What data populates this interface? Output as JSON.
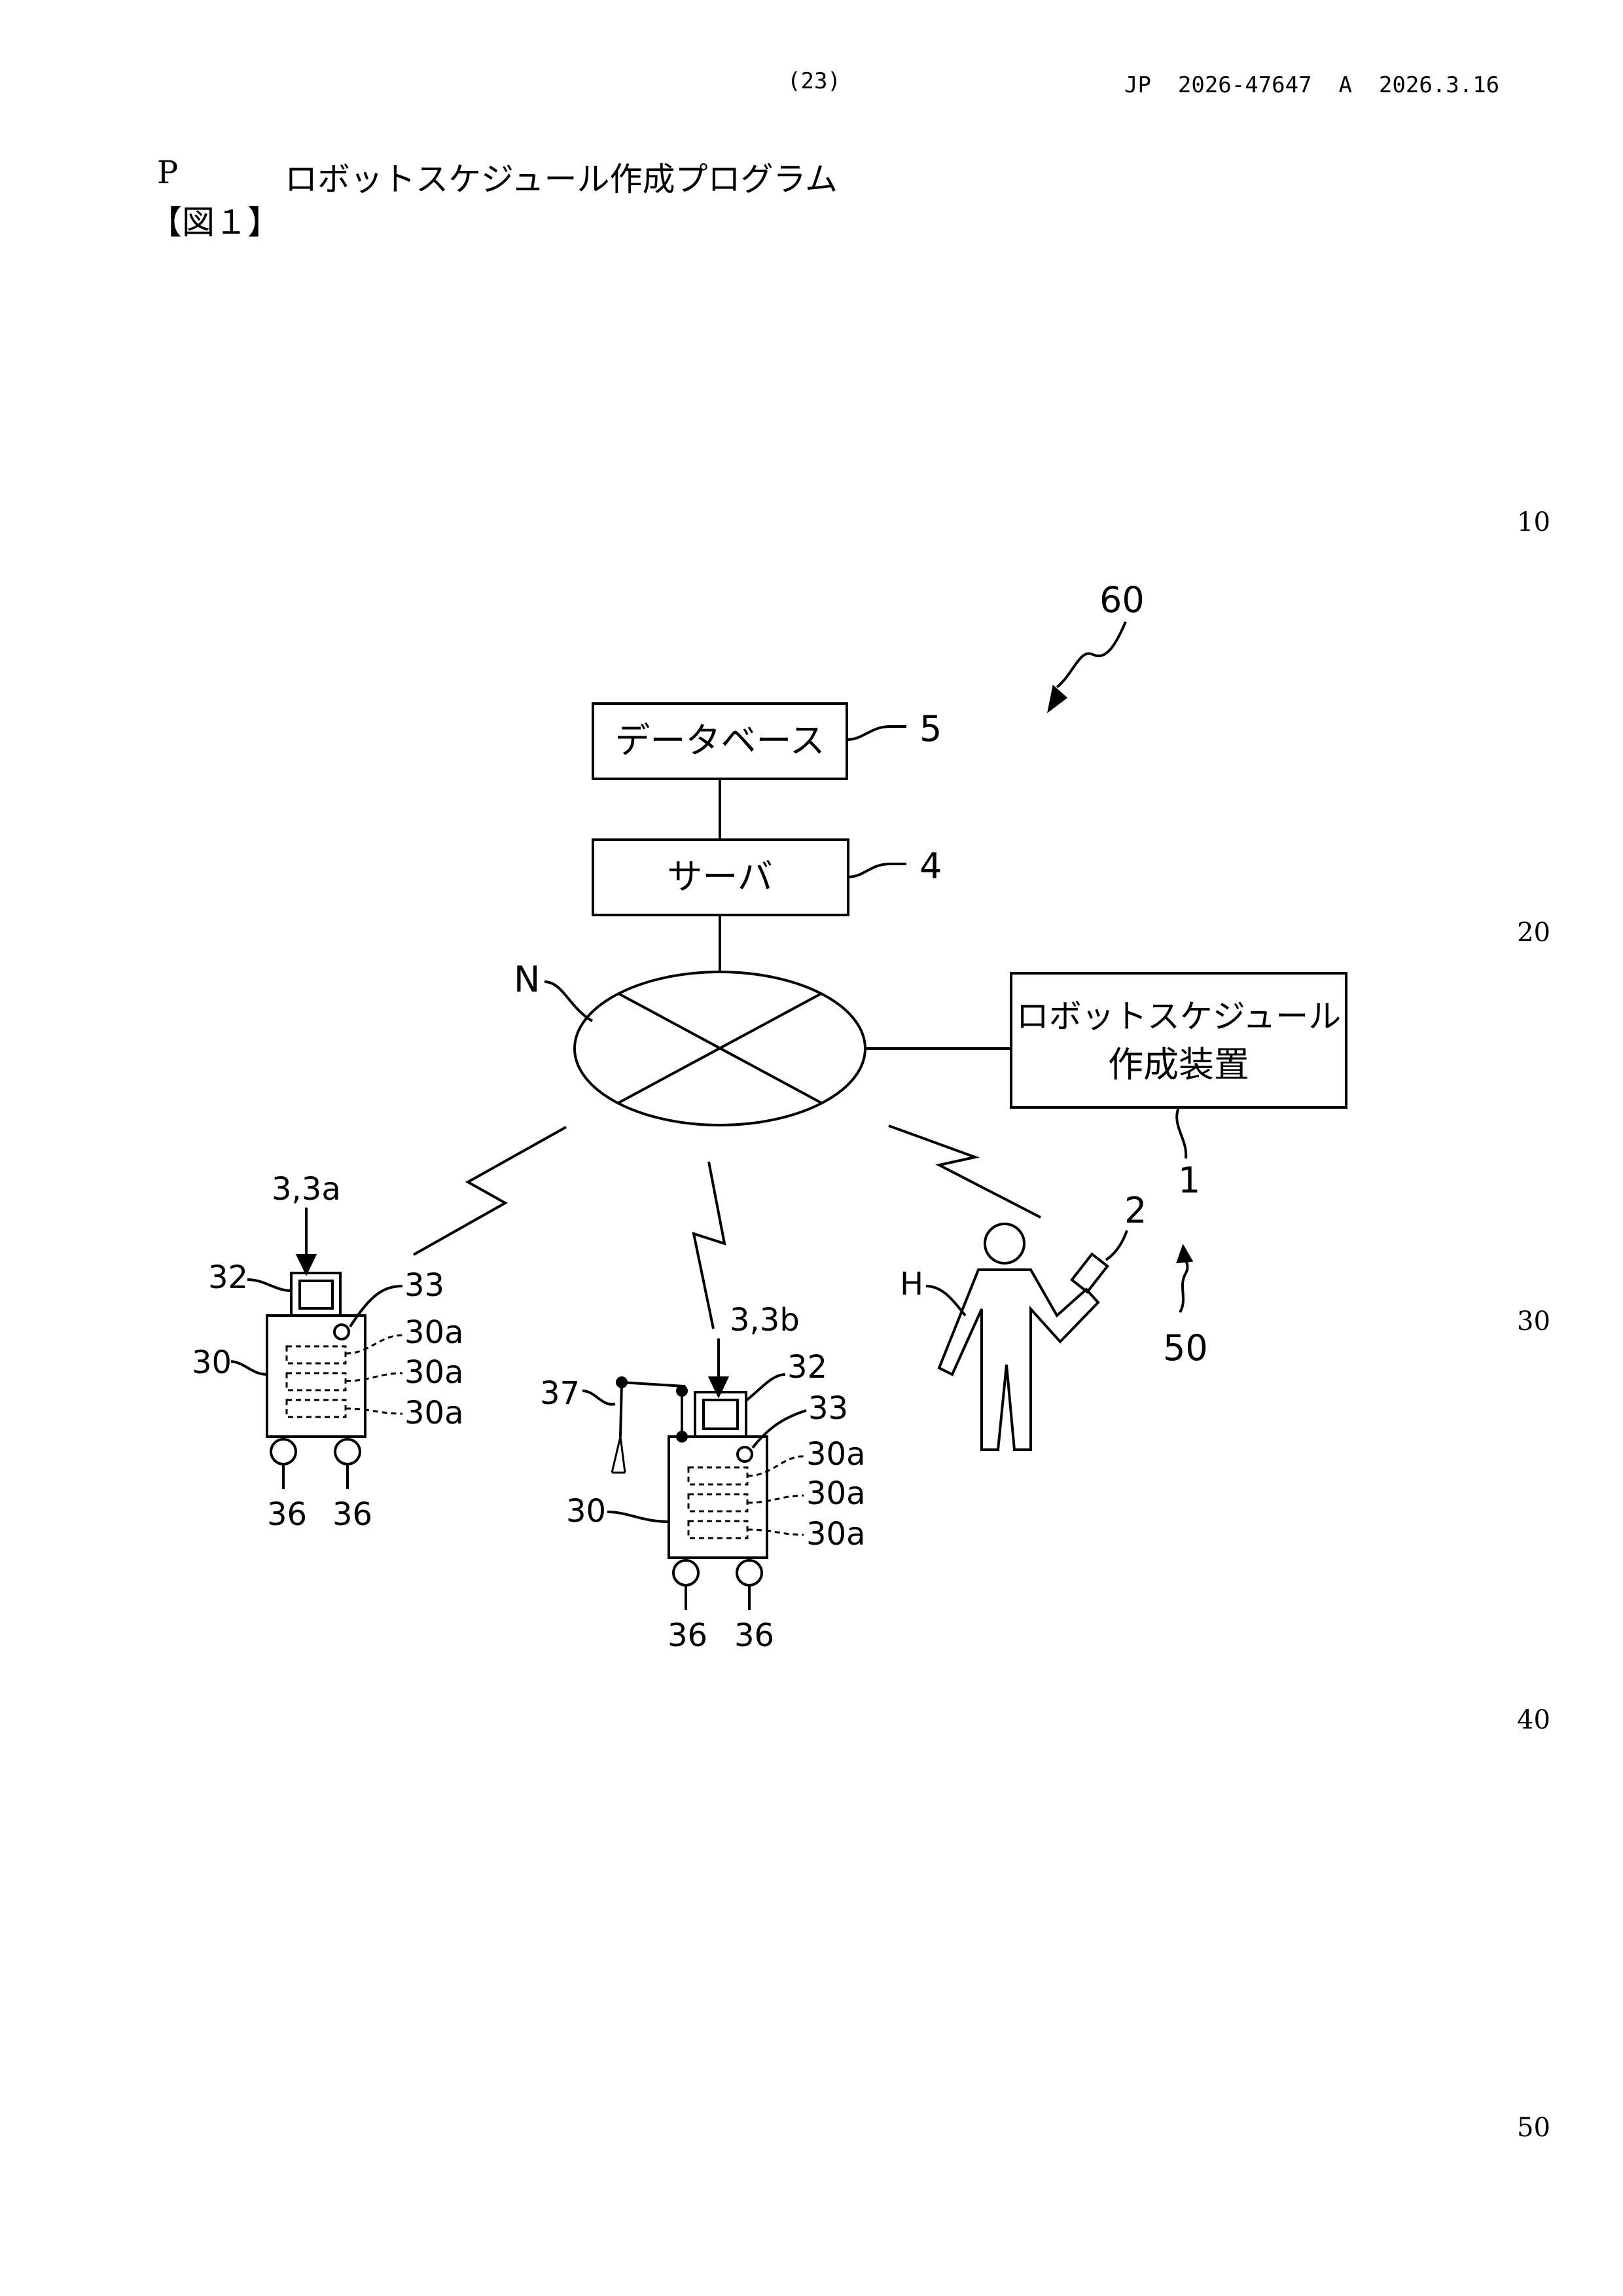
{
  "header": {
    "page_number": "(23)",
    "publication_id": "JP  2026-47647  A  2026.3.16"
  },
  "title": {
    "prefix": "P",
    "text": "ロボットスケジュール作成プログラム"
  },
  "figure_label": "【図１】",
  "line_numbers": [
    "10",
    "20",
    "30",
    "40",
    "50"
  ],
  "diagram": {
    "system_ref": "60",
    "database_box": "データベース",
    "database_ref": "5",
    "server_box": "サーバ",
    "server_ref": "4",
    "network_ref": "N",
    "device_box_line1": "ロボットスケジュール",
    "device_box_line2": "作成装置",
    "device_ref": "1",
    "terminal_ref": "2",
    "person_ref": "H",
    "user_group_ref": "50",
    "robot_a": {
      "ref": "3,3a",
      "monitor_ref": "32",
      "lamp_ref": "33",
      "body_ref": "30",
      "shelves_refs": [
        "30a",
        "30a",
        "30a"
      ],
      "wheel_refs": [
        "36",
        "36"
      ]
    },
    "robot_b": {
      "ref": "3,3b",
      "monitor_ref": "32",
      "lamp_ref": "33",
      "body_ref": "30",
      "arm_ref": "37",
      "shelves_refs": [
        "30a",
        "30a",
        "30a"
      ],
      "wheel_refs": [
        "36",
        "36"
      ]
    }
  }
}
